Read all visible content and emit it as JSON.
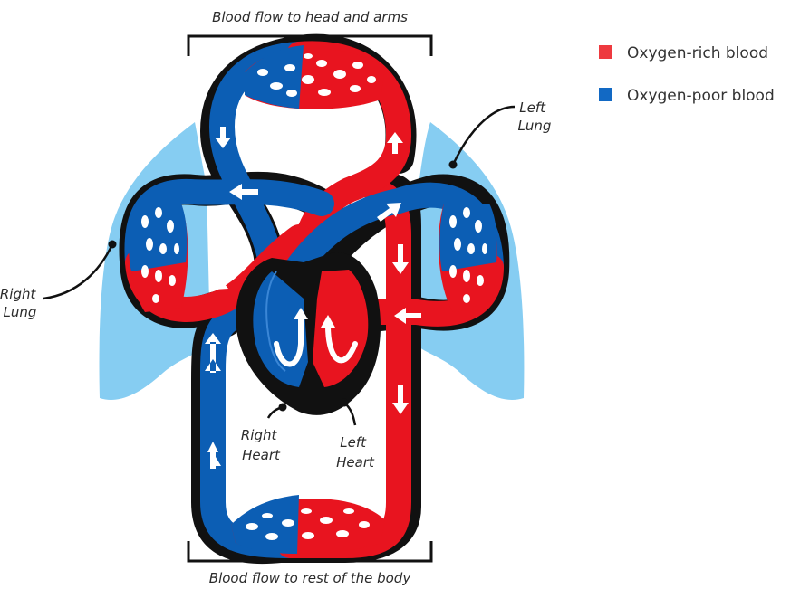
{
  "colors": {
    "oxygen_rich": "#e8141f",
    "oxygen_poor": "#0c5eb4",
    "lung": "#86cdf2",
    "heart_dark": "#111111",
    "line": "#111111",
    "arrow": "#ffffff"
  },
  "labels": {
    "top": "Blood flow to head and arms",
    "bottom": "Blood flow to rest of the body",
    "right_lung": [
      "Right",
      "Lung"
    ],
    "left_lung": [
      "Left",
      "Lung"
    ],
    "right_heart": [
      "Right",
      "Heart"
    ],
    "left_heart": [
      "Left",
      "Heart"
    ]
  },
  "legend": [
    {
      "label": "Oxygen-rich blood",
      "color": "#ee3a3f"
    },
    {
      "label": "Oxygen-poor blood",
      "color": "#1269c4"
    }
  ]
}
